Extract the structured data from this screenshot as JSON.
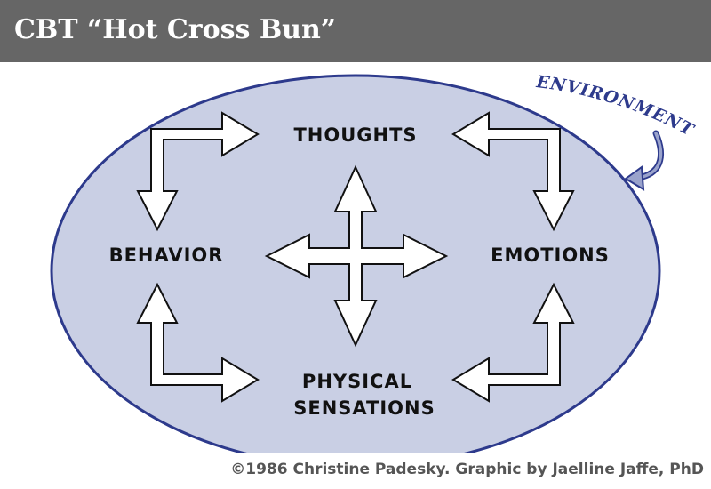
{
  "header": {
    "title": "CBT “Hot Cross Bun”"
  },
  "diagram": {
    "environment": "ENVIRONMENT",
    "nodes": {
      "thoughts": "THOUGHTS",
      "behavior": "BEHAVIOR",
      "emotions": "EMOTIONS",
      "physical_line1": "PHYSICAL",
      "physical_line2": "SENSATIONS"
    }
  },
  "footer": {
    "credit": "©1986 Christine Padesky. Graphic by Jaelline Jaffe, PhD"
  },
  "colors": {
    "header_bg": "#666666",
    "ellipse_fill": "#c9cfe4",
    "ellipse_stroke": "#2d3a8c",
    "arrow_fill": "#ffffff",
    "arrow_stroke": "#111111"
  }
}
